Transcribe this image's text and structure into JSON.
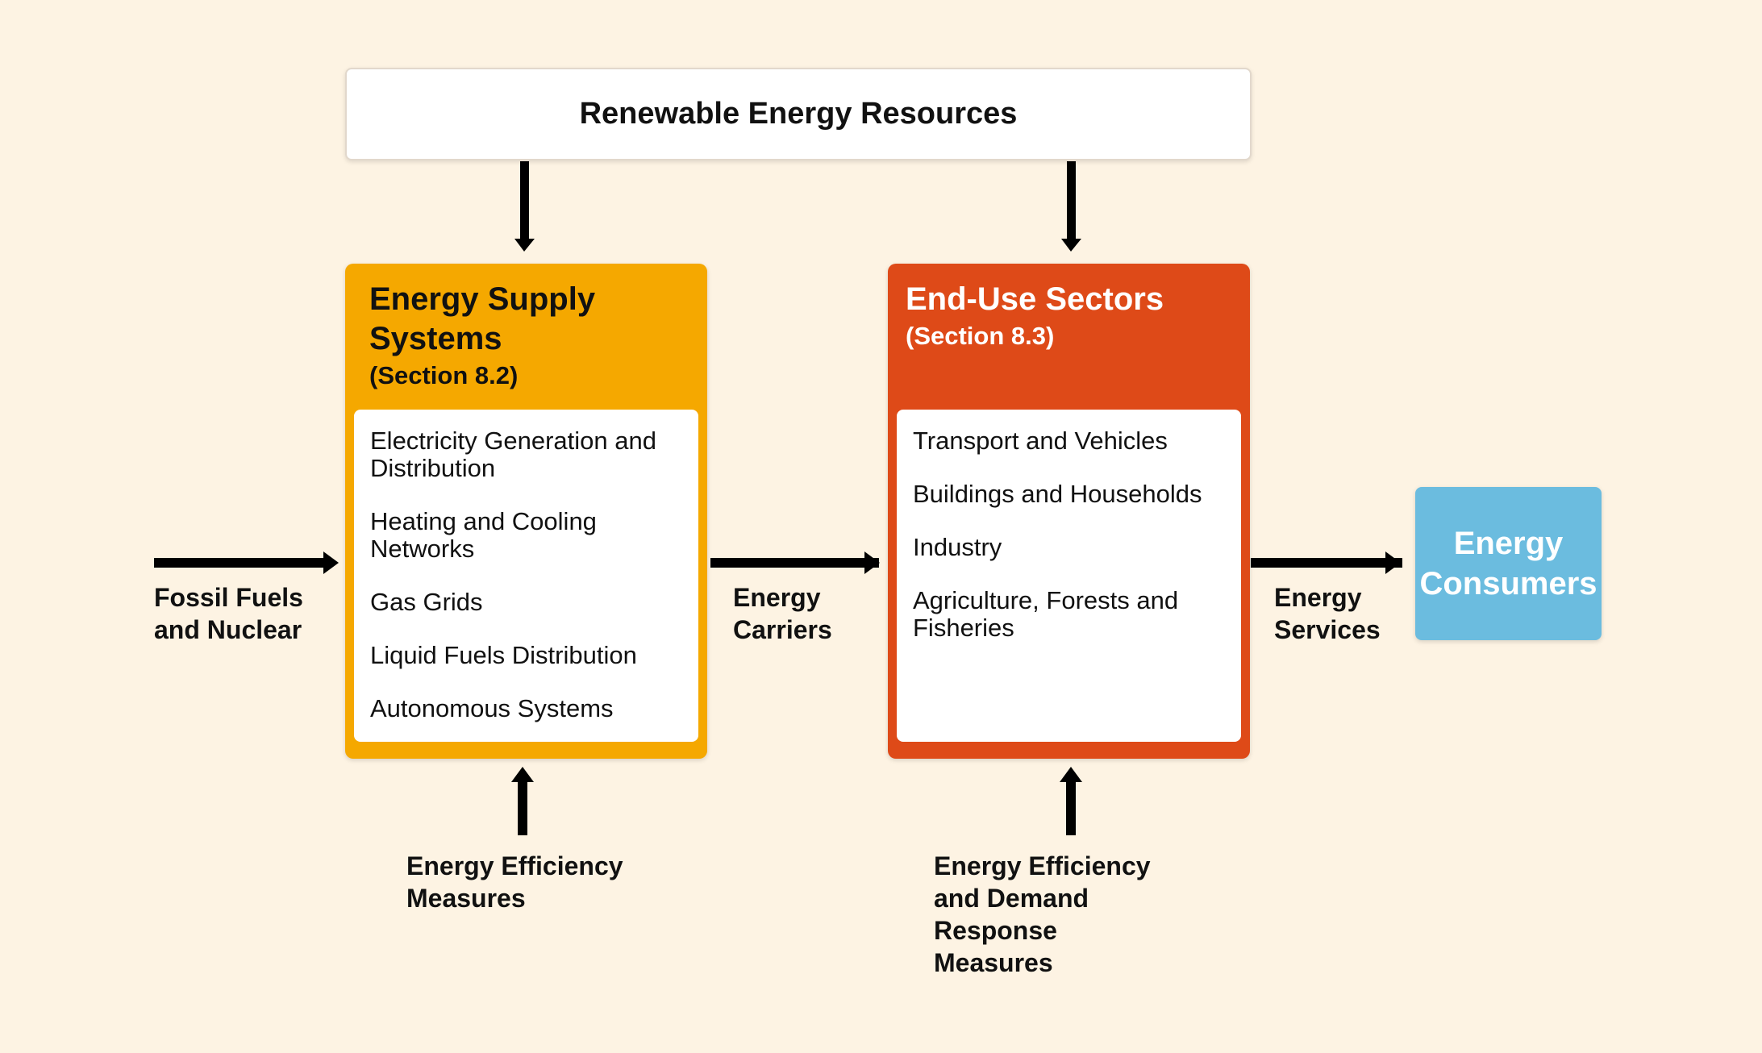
{
  "renewable": {
    "label": "Renewable Energy Resources"
  },
  "supply": {
    "title": "Energy Supply Systems",
    "section": "(Section 8.2)",
    "items": [
      "Electricity Generation and Distribution",
      "Heating and Cooling Networks",
      "Gas Grids",
      "Liquid Fuels Distribution",
      "Autonomous Systems"
    ],
    "color": "#f5a800"
  },
  "enduse": {
    "title": "End-Use Sectors",
    "section": "(Section 8.3)",
    "items": [
      "Transport and Vehicles",
      "Buildings and Households",
      "Industry",
      "Agriculture, Forests and Fisheries"
    ],
    "color": "#de4a18"
  },
  "consumers": {
    "label": "Energy Consumers",
    "color": "#6bbcdf"
  },
  "flows": {
    "fossil": "Fossil Fuels and Nuclear",
    "carriers": "Energy Carriers",
    "services": "Energy Services",
    "efficiency_supply": "Energy Efficiency Measures",
    "efficiency_enduse": "Energy Efficiency and Demand Response Measures"
  },
  "background": "#fdf3e3"
}
